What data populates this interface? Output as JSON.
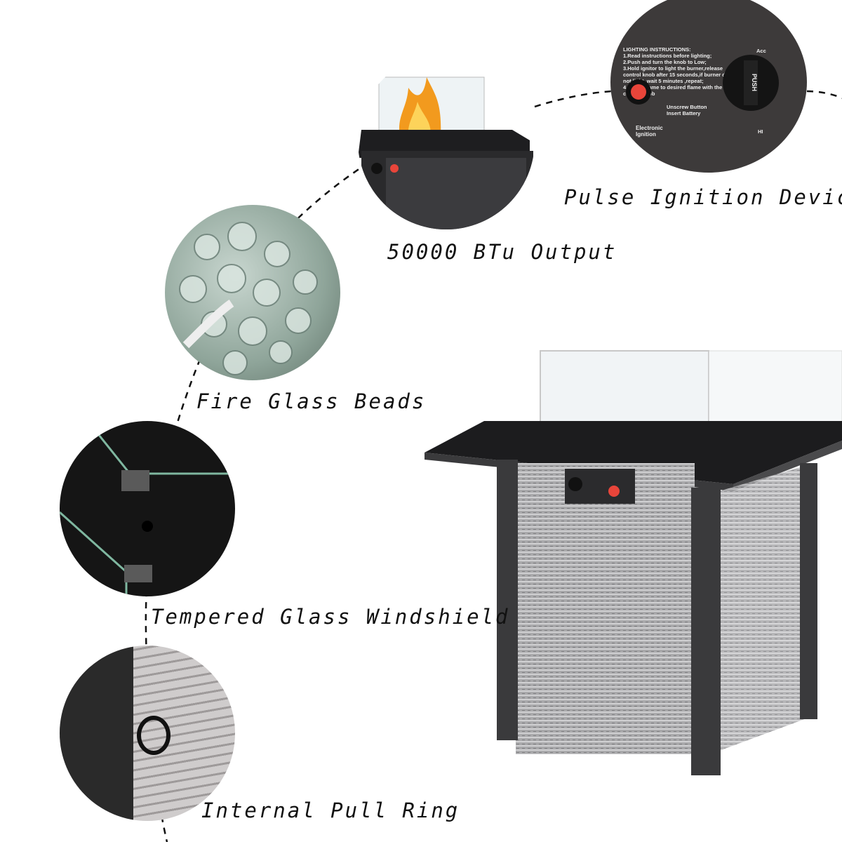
{
  "features": [
    {
      "id": "ignition",
      "label": "Pulse Ignition Device"
    },
    {
      "id": "output",
      "label": "50000 BTu Output"
    },
    {
      "id": "beads",
      "label": "Fire Glass Beads"
    },
    {
      "id": "windshield",
      "label": "Tempered Glass Windshield"
    },
    {
      "id": "pull-ring",
      "label": "Internal Pull Ring"
    }
  ],
  "control_panel": {
    "instructions_title": "LIGHTING INSTRUCTIONS:",
    "instructions": [
      "1.Read instructions before lighting;",
      "2.Push and turn the knob to Low;",
      "3.Hold ignitor to light the burner,release control knob after 15 seconds,if burner does not light, wait 5 minutes ,repeat;",
      "4.Adjust flame to desired flame with the control knob"
    ],
    "battery_label": "Unscrew Button Insert Battery",
    "ignition_label": "Electronic Ignition",
    "knob_label": "PUSH",
    "acc_label": "Acc",
    "hi_label": "HI"
  },
  "colors": {
    "frame": "#3a3a3c",
    "wicker": "#a9a9ab",
    "ignition_button": "#e8453a",
    "glass_beads": "#9fb5a8"
  }
}
